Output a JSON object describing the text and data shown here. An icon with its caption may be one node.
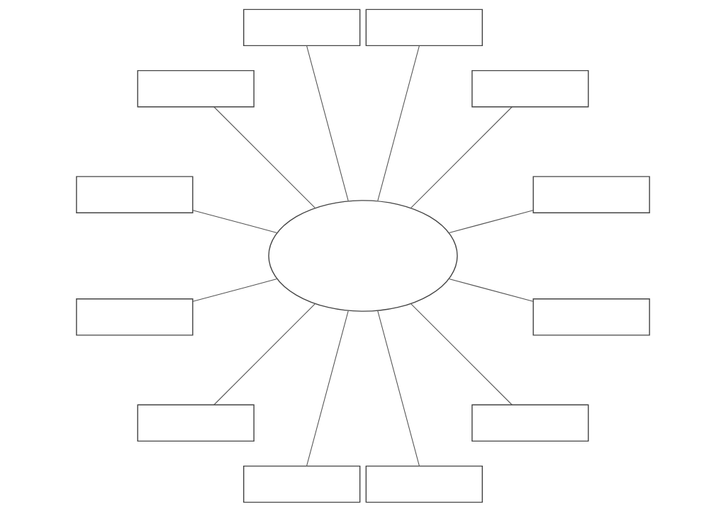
{
  "diagram": {
    "nodes": [
      {
        "text": [],
        "shape": "box"
      },
      {
        "text": [],
        "shape": "box"
      },
      {
        "text": [],
        "shape": "box"
      },
      {
        "text": [],
        "shape": "box"
      },
      {
        "text": [],
        "shape": "box"
      },
      {
        "text": [],
        "shape": "ellipse"
      },
      {
        "text": [],
        "shape": "box"
      },
      {
        "text": [],
        "shape": "box"
      },
      {
        "text": [],
        "shape": "box"
      },
      {
        "text": [],
        "shape": "box"
      },
      {
        "text": [],
        "shape": "box"
      },
      {
        "text": [],
        "shape": "box"
      },
      {
        "text": [],
        "shape": "box"
      }
    ],
    "edges": [
      {
        "from": 5,
        "to": 0,
        "arrow": "none"
      },
      {
        "from": 5,
        "to": 1,
        "arrow": "none"
      },
      {
        "from": 5,
        "to": 2,
        "arrow": "none"
      },
      {
        "from": 5,
        "to": 3,
        "arrow": "none"
      },
      {
        "from": 5,
        "to": 4,
        "arrow": "none"
      },
      {
        "from": 5,
        "to": 6,
        "arrow": "none"
      },
      {
        "from": 5,
        "to": 7,
        "arrow": "none"
      },
      {
        "from": 5,
        "to": 8,
        "arrow": "none"
      },
      {
        "from": 5,
        "to": 9,
        "arrow": "none"
      },
      {
        "from": 5,
        "to": 10,
        "arrow": "none"
      },
      {
        "from": 5,
        "to": 11,
        "arrow": "none"
      },
      {
        "from": 5,
        "to": 12,
        "arrow": "none"
      }
    ]
  }
}
